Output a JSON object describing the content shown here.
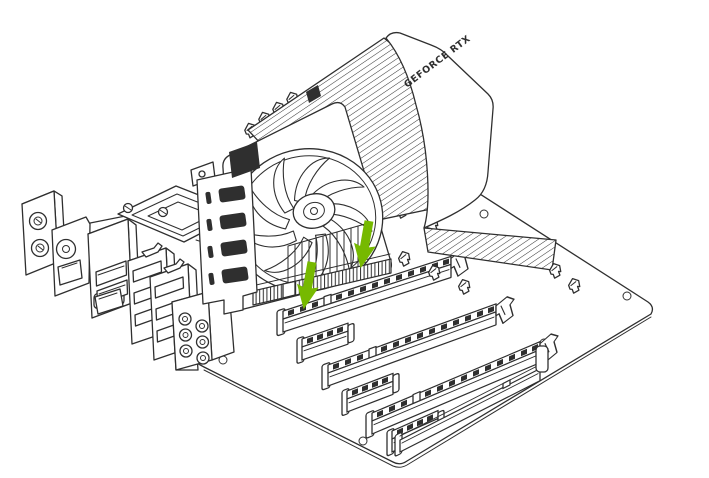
{
  "diagram": {
    "gpu_label": "GEFORCE RTX",
    "colors": {
      "line": "#2f2f2f",
      "background": "#ffffff",
      "arrow_green": "#76b900",
      "vent_dark": "#2f2f2f"
    },
    "arrows": {
      "count": 2,
      "direction": "down"
    },
    "components": [
      "motherboard",
      "rear-io-ports",
      "audio-jacks",
      "cpu-socket",
      "dimm-slot-clips",
      "pcie-x16-slots",
      "pcie-x1-slots",
      "pci-slot-plain",
      "graphics-card",
      "cooling-fan",
      "heatsink-fins",
      "pci-bracket",
      "edge-connector"
    ]
  }
}
